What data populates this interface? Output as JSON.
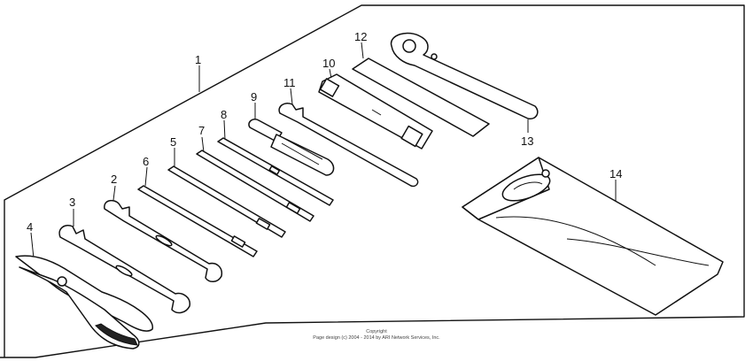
{
  "callouts": {
    "c1": "1",
    "c2": "2",
    "c3": "3",
    "c4": "4",
    "c5": "5",
    "c6": "6",
    "c7": "7",
    "c8": "8",
    "c9": "9",
    "c10": "10",
    "c11": "11",
    "c12": "12",
    "c13": "13",
    "c14": "14"
  },
  "copyright": {
    "line1": "Copyright",
    "line2": "Page design (c) 2004 - 2014 by ARI Network Services, Inc."
  }
}
